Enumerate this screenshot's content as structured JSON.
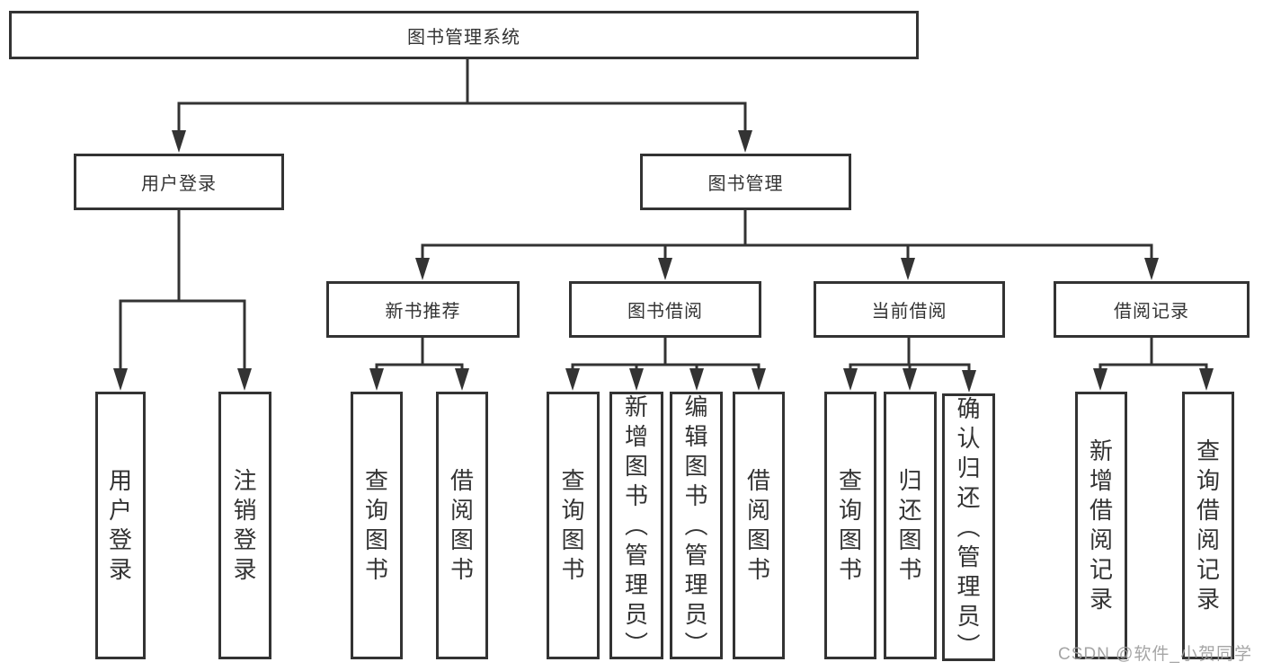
{
  "root": {
    "label": "图书管理系统"
  },
  "level2": [
    {
      "label": "用户登录"
    },
    {
      "label": "图书管理"
    }
  ],
  "level3": [
    {
      "label": "新书推荐",
      "parent": "图书管理"
    },
    {
      "label": "图书借阅",
      "parent": "图书管理"
    },
    {
      "label": "当前借阅",
      "parent": "图书管理"
    },
    {
      "label": "借阅记录",
      "parent": "图书管理"
    }
  ],
  "leaves": [
    {
      "label": "用户登录",
      "parent": "用户登录"
    },
    {
      "label": "注销登录",
      "parent": "用户登录"
    },
    {
      "label": "查询图书",
      "parent": "新书推荐"
    },
    {
      "label": "借阅图书",
      "parent": "新书推荐"
    },
    {
      "label": "查询图书",
      "parent": "图书借阅"
    },
    {
      "label": "新增图书（管理员）",
      "parent": "图书借阅"
    },
    {
      "label": "编辑图书（管理员）",
      "parent": "图书借阅"
    },
    {
      "label": "借阅图书",
      "parent": "图书借阅"
    },
    {
      "label": "查询图书",
      "parent": "当前借阅"
    },
    {
      "label": "归还图书",
      "parent": "当前借阅"
    },
    {
      "label": "确认归还（管理员）",
      "parent": "当前借阅"
    },
    {
      "label": "新增借阅记录",
      "parent": "借阅记录"
    },
    {
      "label": "查询借阅记录",
      "parent": "借阅记录"
    }
  ],
  "watermark": "CSDN @软件_小贺同学",
  "colors": {
    "line": "#333333",
    "box_fill": "#ffffff",
    "text": "#333333",
    "watermark": "#9e9e9e",
    "bg": "#ffffff"
  }
}
